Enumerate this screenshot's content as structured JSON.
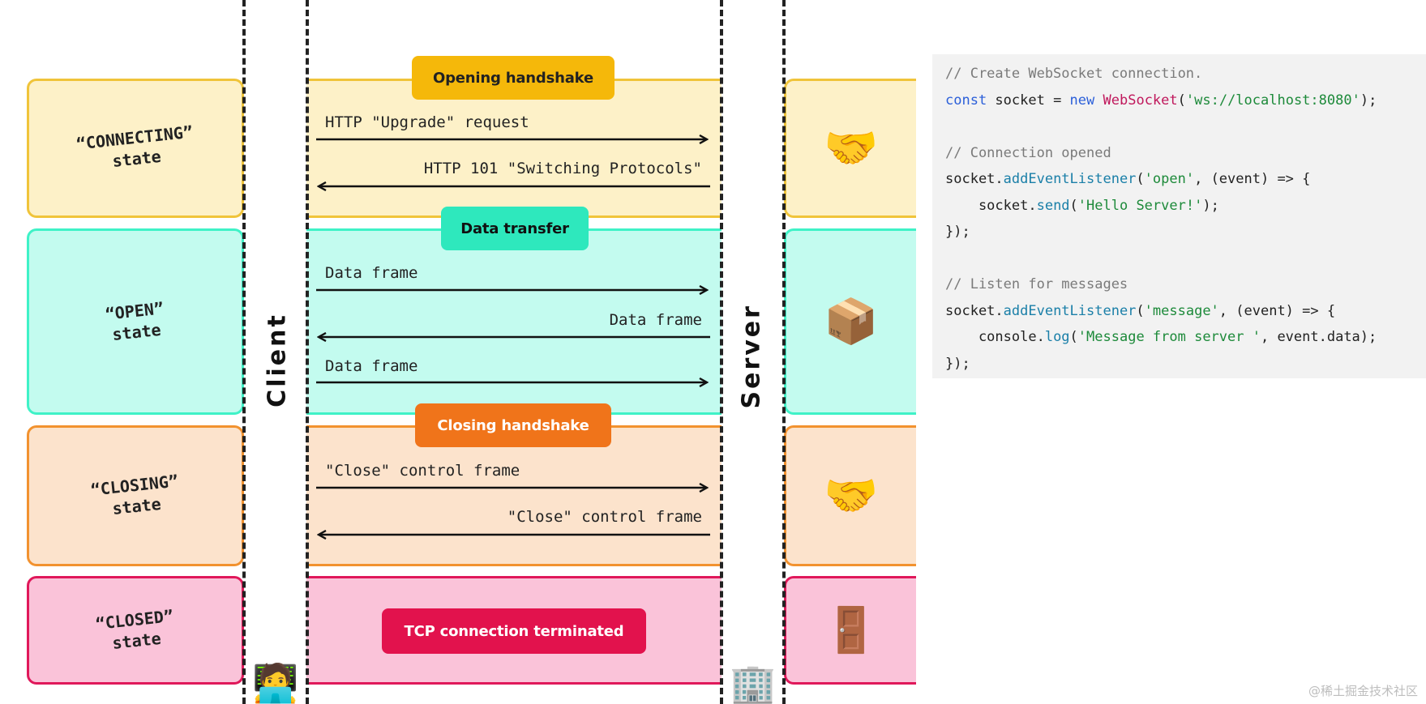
{
  "colors": {
    "connecting_fill": "#fdf1c8",
    "connecting_border": "#f0c43a",
    "open_fill": "#c3fbef",
    "open_border": "#3ff2c7",
    "closing_fill": "#fce3cc",
    "closing_border": "#f2922f",
    "closed_fill": "#fac3d9",
    "closed_border": "#e0185a",
    "pill_opening": "#f5b80a",
    "pill_data": "#2ee8bd",
    "pill_closing": "#f0741a",
    "pill_tcp": "#e2124d"
  },
  "lanes": {
    "client": "Client",
    "server": "Server"
  },
  "states": [
    {
      "quote": "“CONNECTING”",
      "word": "state",
      "icon": "handshake-icon",
      "glyph": "🤝"
    },
    {
      "quote": "“OPEN”",
      "word": "state",
      "icon": "package-icon",
      "glyph": "📦"
    },
    {
      "quote": "“CLOSING”",
      "word": "state",
      "icon": "handshake-icon",
      "glyph": "🤝"
    },
    {
      "quote": "“CLOSED”",
      "word": "state",
      "icon": "door-icon",
      "glyph": "🚪"
    }
  ],
  "phases": {
    "opening": "Opening handshake",
    "data": "Data transfer",
    "closing": "Closing handshake",
    "terminated": "TCP connection terminated"
  },
  "messages": {
    "upgrade": "HTTP \"Upgrade\" request",
    "switching": "HTTP 101 \"Switching Protocols\"",
    "data1": "Data frame",
    "data2": "Data frame",
    "data3": "Data frame",
    "close1": "\"Close\" control frame",
    "close2": "\"Close\" control frame"
  },
  "lane_icons": {
    "client_glyph": "🧑‍💻",
    "server_glyph": "🏢"
  },
  "code": {
    "l1": "// Create WebSocket connection.",
    "l2_kw": "const",
    "l2_a": " socket = ",
    "l2_new": "new",
    "l2_cls": "WebSocket",
    "l2_str": "'ws://localhost:8080'",
    "l2_end": ");",
    "l4": "// Connection opened",
    "l5_a": "socket.",
    "l5_fn": "addEventListener",
    "l5_str": "'open'",
    "l5_b": ", (event) => {",
    "l6_a": "    socket.",
    "l6_fn": "send",
    "l6_str": "'Hello Server!'",
    "l6_b": ");",
    "l7": "});",
    "l9": "// Listen for messages",
    "l10_a": "socket.",
    "l10_fn": "addEventListener",
    "l10_str": "'message'",
    "l10_b": ", (event) => {",
    "l11_a": "    console.",
    "l11_fn": "log",
    "l11_str": "'Message from server '",
    "l11_b": ", event.data);",
    "l12": "});"
  },
  "watermark": "@稀土掘金技术社区"
}
